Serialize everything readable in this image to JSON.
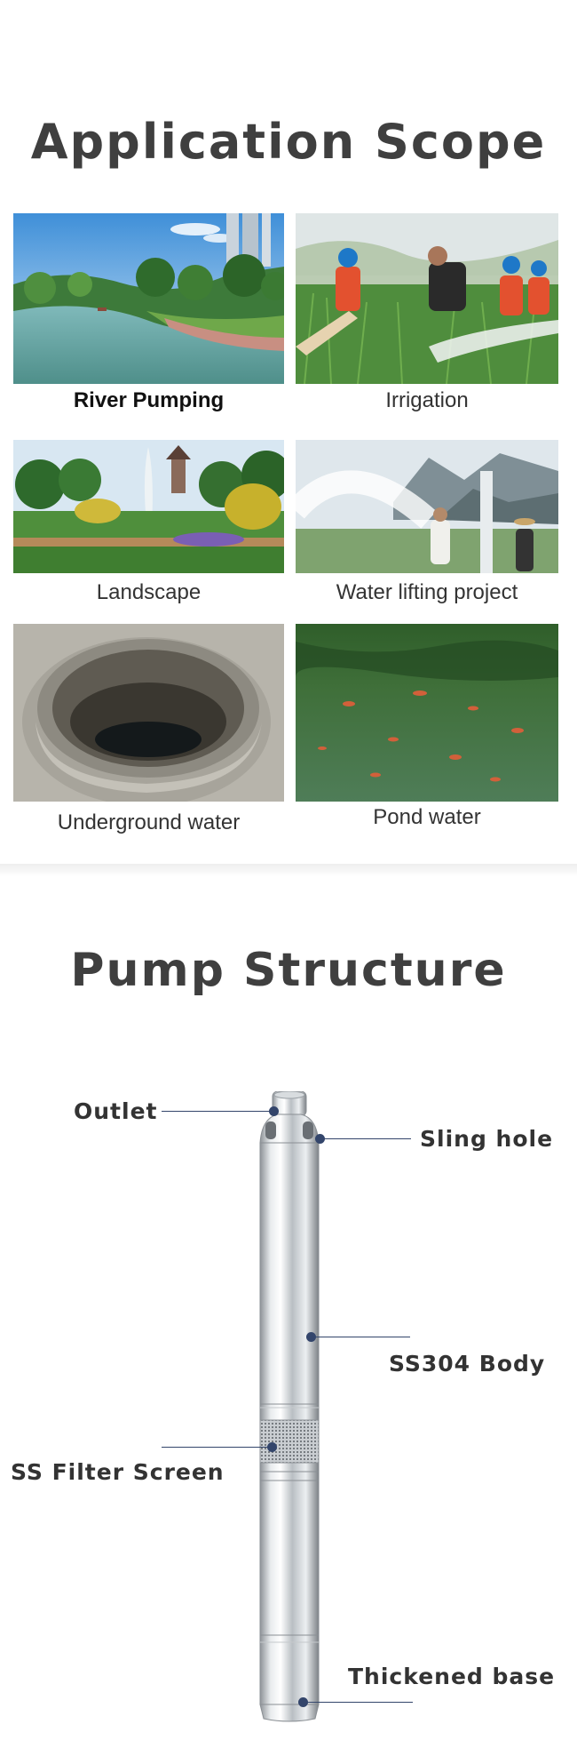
{
  "application": {
    "title": "Application Scope",
    "tiles": [
      {
        "caption": "River Pumping",
        "image": "river-photo"
      },
      {
        "caption": "Irrigation",
        "image": "irrigation-photo"
      },
      {
        "caption": "Landscape",
        "image": "landscape-photo"
      },
      {
        "caption": "Water lifting project",
        "image": "water-lifting-photo"
      },
      {
        "caption": "Underground water",
        "image": "well-photo"
      },
      {
        "caption": "Pond water",
        "image": "pond-photo"
      }
    ]
  },
  "pump": {
    "title": "Pump Structure",
    "labels": {
      "outlet": "Outlet",
      "sling_hole": "Sling hole",
      "body": "SS304 Body",
      "filter": "SS Filter Screen",
      "base": "Thickened base"
    },
    "leader_color": "#33456b"
  }
}
